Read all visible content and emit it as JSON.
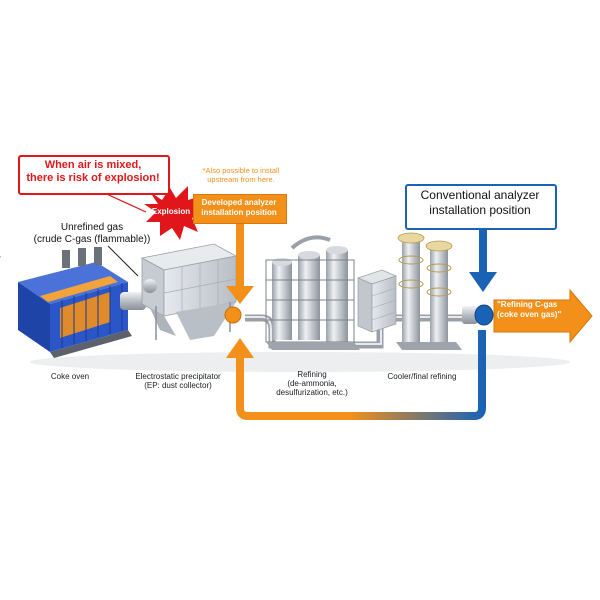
{
  "warning": {
    "line1": "When air is mixed,",
    "line2": "there is risk of explosion!",
    "burst_label": "Explosion"
  },
  "unrefined": {
    "line1": "Unrefined gas",
    "line2": "(crude C-gas (flammable))"
  },
  "also_note": {
    "line1": "*Also possible to install",
    "line2": "upstream from here."
  },
  "developed": {
    "line1": "Developed analyzer",
    "line2": "installation position"
  },
  "conventional": {
    "line1": "Conventional analyzer",
    "line2": "installation position"
  },
  "output": {
    "line1": "\"Refining C-gas",
    "line2": "(coke oven gas)\""
  },
  "labels": {
    "coke_oven": "Coke oven",
    "ep_line1": "Electrostatic precipitator",
    "ep_line2": "(EP: dust collector)",
    "refining_line1": "Refining",
    "refining_line2": "(de-ammonia,",
    "refining_line3": "desulfurization, etc.)",
    "cooler": "Cooler/final refining"
  },
  "colors": {
    "warning_red": "#e0161b",
    "orange": "#f39019",
    "blue": "#1a63b4",
    "coke_oven_blue": "#2a56c8",
    "equipment_gray": "#d9dde2"
  }
}
